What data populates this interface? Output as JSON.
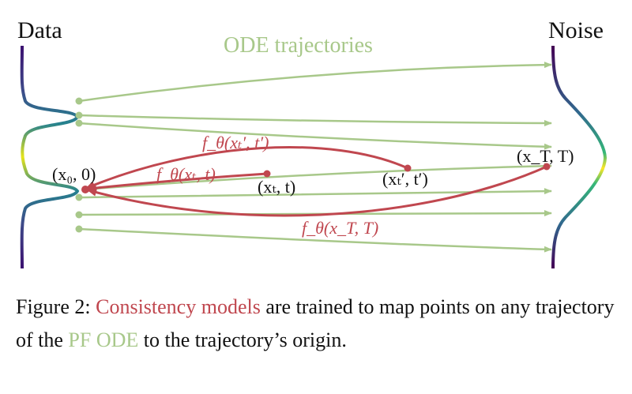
{
  "labels": {
    "data": "Data",
    "noise": "Noise",
    "ode": "ODE trajectories"
  },
  "points": {
    "x0": "(x₀, 0)",
    "xt": "(xₜ, t)",
    "xtp": "(xₜ′, t′)",
    "xT": "(x_T, T)"
  },
  "functions": {
    "f_xtp": "f_θ(xₜ′, t′)",
    "f_xt": "f_θ(xₜ, t)",
    "f_xT": "f_θ(x_T, T)"
  },
  "caption": {
    "prefix": "Figure 2: ",
    "red": "Consistency models",
    "mid": " are trained to map points on any trajectory of the ",
    "green": "PF ODE",
    "suffix": " to the trajectory’s origin."
  },
  "colors": {
    "red": "#c0474f",
    "green": "#a8c88a",
    "text": "#111111"
  }
}
